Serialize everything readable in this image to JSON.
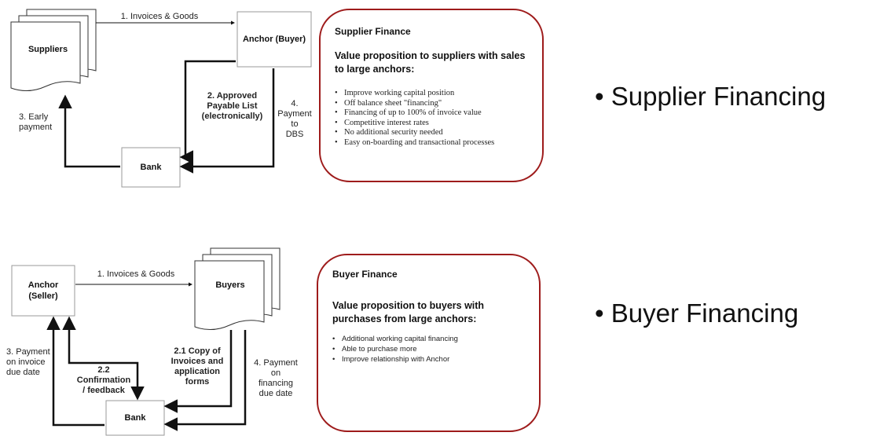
{
  "supplier_diagram": {
    "suppliers_label": "Suppliers",
    "anchor_label": "Anchor (Buyer)",
    "bank_label": "Bank",
    "flow_1": "1. Invoices & Goods",
    "flow_2": [
      "2. Approved",
      "Payable List",
      "(electronically)"
    ],
    "flow_3": [
      "3. Early",
      "payment"
    ],
    "flow_4": [
      "4.",
      "Payment",
      "to",
      "DBS"
    ]
  },
  "supplier_card": {
    "title": "Supplier Finance",
    "subtitle": [
      "Value proposition to suppliers with sales",
      "to large anchors:"
    ],
    "items": [
      "Improve working capital position",
      "Off balance sheet \"financing\"",
      "Financing of up to 100% of invoice value",
      "Competitive interest rates",
      "No additional security needed",
      "Easy on-boarding and transactional processes"
    ]
  },
  "buyer_diagram": {
    "anchor_label": [
      "Anchor",
      "(Seller)"
    ],
    "buyers_label": "Buyers",
    "bank_label": "Bank",
    "flow_1": "1. Invoices & Goods",
    "flow_21": [
      "2.1 Copy of",
      "Invoices and",
      "application",
      "forms"
    ],
    "flow_22": [
      "2.2",
      "Confirmation",
      "/ feedback"
    ],
    "flow_3": [
      "3. Payment",
      "on invoice",
      "due date"
    ],
    "flow_4": [
      "4. Payment",
      "on",
      "financing",
      "due date"
    ]
  },
  "buyer_card": {
    "title": "Buyer Finance",
    "subtitle": [
      "Value proposition to buyers with",
      "purchases from large anchors:"
    ],
    "items": [
      "Additional working capital financing",
      "Able to purchase more",
      "Improve relationship with Anchor"
    ]
  },
  "bullets": {
    "supplier": "• Supplier Financing",
    "buyer": "• Buyer Financing"
  },
  "colors": {
    "card_border": "#9e1b1b",
    "line": "#111111",
    "doc_fill": "#ffffff"
  }
}
